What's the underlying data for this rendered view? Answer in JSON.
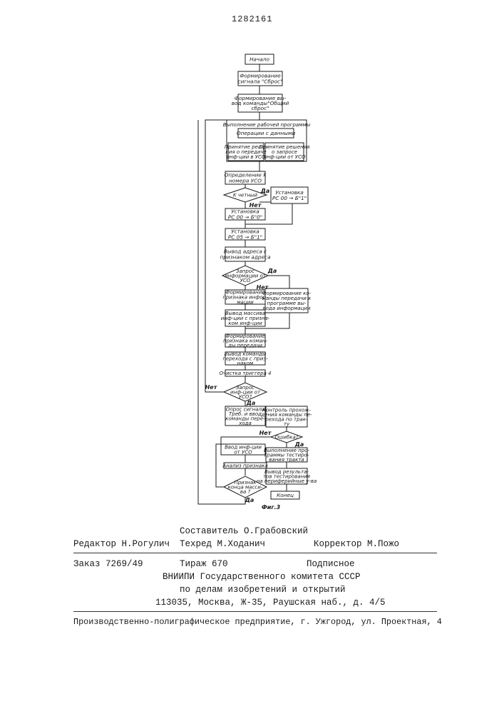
{
  "page_number": "1282161",
  "flowchart": {
    "start": "Начало",
    "reset_signal": [
      "Формирование",
      "сигнала \"Сброс\""
    ],
    "common_reset": [
      "Формирование вы-",
      "вод команды\"Общий",
      "сброс\""
    ],
    "program_execution": "Выполнение рабочей программы",
    "data_operations": "Операции с данными",
    "decision_transfer": [
      "Принятие реше-",
      "ния о передаче",
      "инф-ции в УСО"
    ],
    "decision_request": [
      "Принятие решения",
      "о запросе",
      "инф-ции от УСО"
    ],
    "define_k": [
      "Определение k",
      "номера УСО"
    ],
    "k_even": "K четный",
    "set_rc00_1": [
      "Установка",
      "PC 00 → Б\"1\""
    ],
    "set_rc00_0": [
      "Установка",
      "PC 00 → Б\"0\""
    ],
    "set_rc05_1": [
      "Установка",
      "PC 05 → Б\"1\""
    ],
    "address_output": [
      "Вывод адреса с",
      "признаком адреса"
    ],
    "request_info": [
      "Запрос",
      "информации от",
      "УСО"
    ],
    "info_flag": [
      "Формирование",
      "признака инфор-",
      "мации"
    ],
    "transfer_cmd": [
      "Формирование ко-",
      "манды передачи к",
      "программе вы-",
      "вода информации"
    ],
    "array_output": [
      "Вывод массива",
      "инф-ции с призна-",
      "ком инф-ции"
    ],
    "transfer_flag": [
      "Формирование",
      "признака коман-",
      "ды передачи"
    ],
    "transfer_output": [
      "Вывод команды",
      "перехода с приз-",
      "наком"
    ],
    "clear_trigger": "Очистка триггера 4",
    "request_from": [
      "Запрос",
      "инф-ции от",
      "УСО?"
    ],
    "poll_signal": [
      "Опрос сигнала",
      "Треб. и ввод",
      "команды пере-",
      "хода"
    ],
    "transfer_control": [
      "Контроль прохож-",
      "дения команды пе-",
      "рехода по трак-",
      "ту"
    ],
    "error_question": "Ошибка?",
    "input_info": [
      "Ввод инф-ции",
      "от УСО"
    ],
    "flag_analysis": "Анализ признака",
    "test_program": [
      "Выполнение про-",
      "граммы тестиро-",
      "вания тракта"
    ],
    "output_results": [
      "Вывод результа-",
      "тов тестирования",
      "на периферийные у-ва"
    ],
    "end_array": [
      "Признак",
      "конца масси-",
      "ва ?"
    ],
    "end": "Конец",
    "yes": "Да",
    "no": "Нет",
    "figure_caption": "Фиг.3"
  },
  "footer": {
    "compiler": "Составитель О.Грабовский",
    "editor": "Редактор Н.Рогулич",
    "techred": "Техред М.Ходанич",
    "corrector": "Корректор М.Пожо",
    "order": "Заказ 7269/49",
    "print_run": "Тираж 670",
    "subscription": "Подписное",
    "org_line1": "ВНИИПИ Государственного комитета СССР",
    "org_line2": "по делам изобретений и открытий",
    "org_address": "113035, Москва, Ж-35, Раушская наб., д. 4/5",
    "plant": "Производственно-полиграфическое предприятие, г. Ужгород, ул. Проектная, 4"
  }
}
